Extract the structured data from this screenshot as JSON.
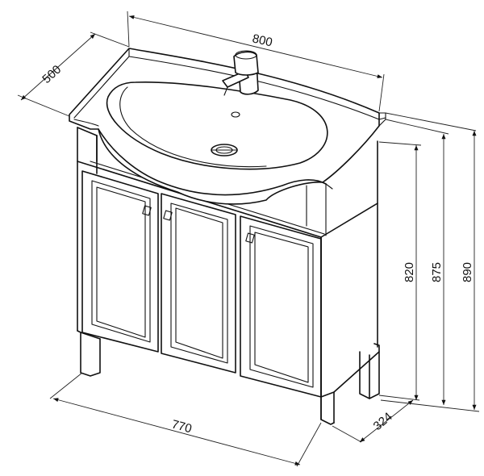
{
  "dimensions": {
    "width_top": "800",
    "depth_top": "500",
    "width_bottom": "770",
    "depth_bottom": "324",
    "height_body": "820",
    "height_basin": "875",
    "height_total": "890"
  }
}
